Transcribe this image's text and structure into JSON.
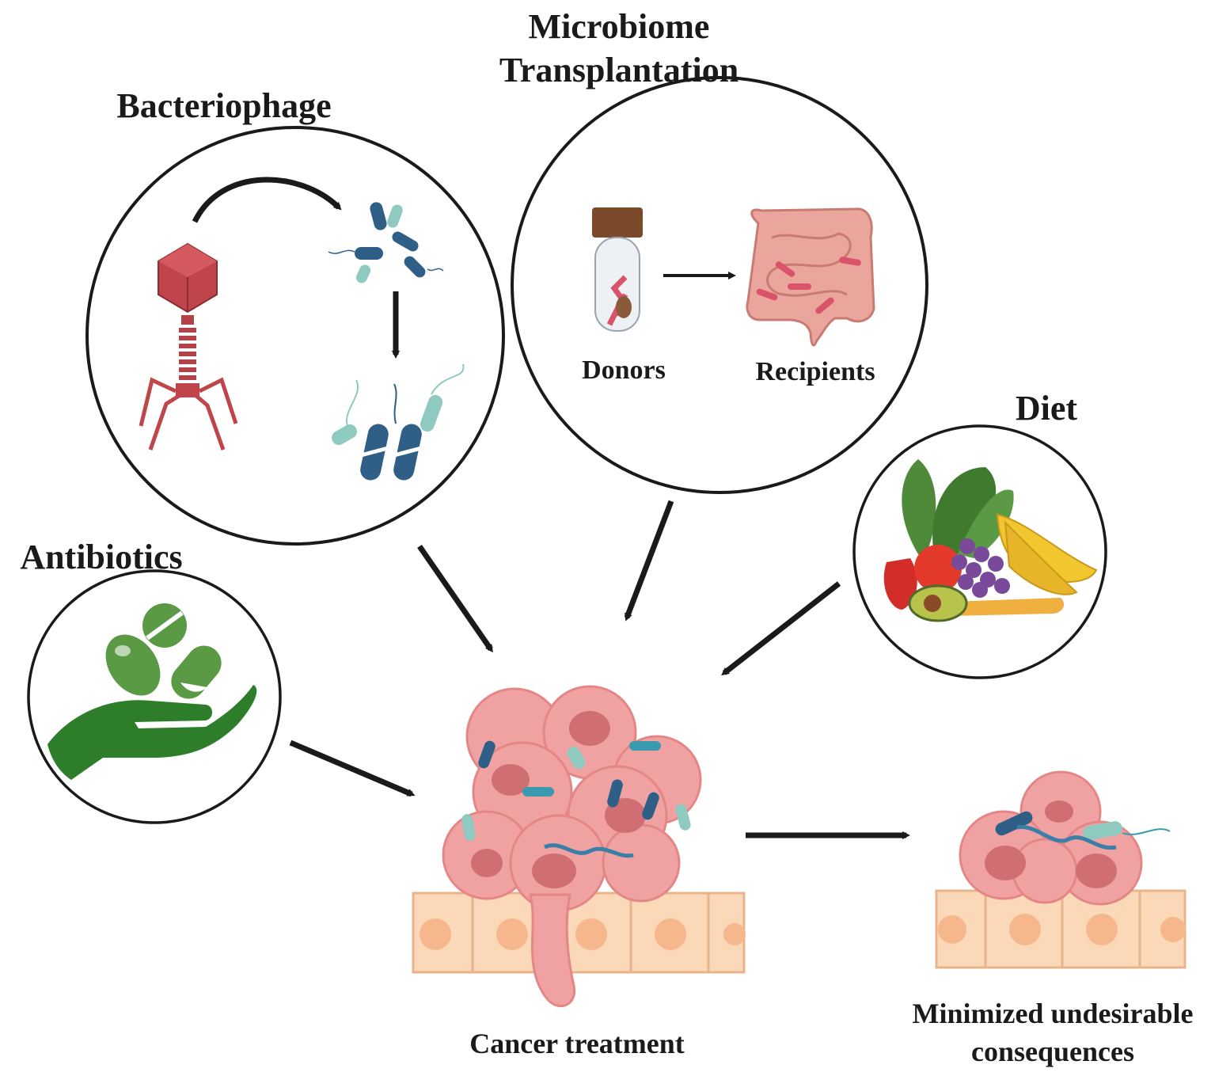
{
  "labels": {
    "bacteriophage": "Bacteriophage",
    "microbiome_line1": "Microbiome",
    "microbiome_line2": "Transplantation",
    "donors": "Donors",
    "recipients": "Recipients",
    "diet": "Diet",
    "antibiotics": "Antibiotics",
    "cancer_treatment": "Cancer treatment",
    "outcome_line1": "Minimized undesirable",
    "outcome_line2": "consequences"
  },
  "colors": {
    "phage": "#c0454a",
    "bacteria_dark": "#2f5f86",
    "bacteria_light": "#8fcac0",
    "tumor": "#f0a2a2",
    "tumor_nucleus": "#cf6f74",
    "epithelium": "#fbd9b8",
    "epithelium_nucleus": "#f7b78d",
    "antibiotic_green": "#3f8a3a",
    "arrow": "#1a1a1a"
  }
}
